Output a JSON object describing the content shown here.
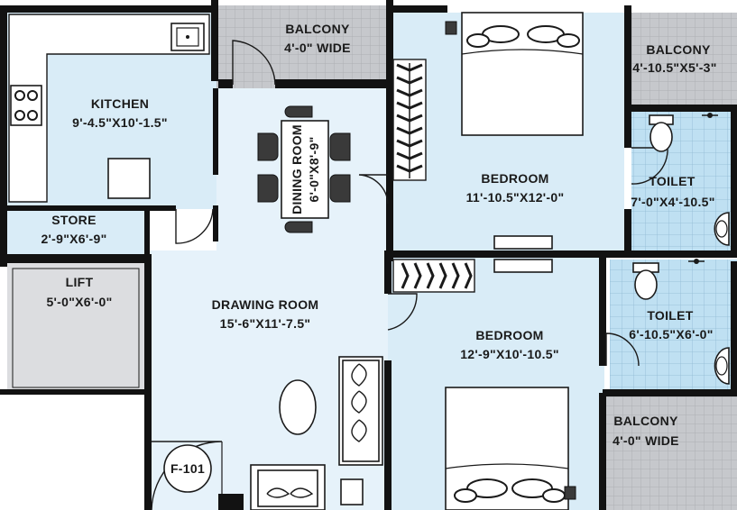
{
  "rooms": {
    "balcony_top": {
      "name": "BALCONY",
      "size": "4'-0\" WIDE"
    },
    "balcony_right": {
      "name": "BALCONY",
      "size": "4'-10.5\"X5'-3\""
    },
    "kitchen": {
      "name": "KITCHEN",
      "size": "9'-4.5\"X10'-1.5\""
    },
    "dining": {
      "name": "DINING ROOM",
      "size": "6'-0\"X8'-9\""
    },
    "bedroom_top": {
      "name": "BEDROOM",
      "size": "11'-10.5\"X12'-0\""
    },
    "toilet_top": {
      "name": "TOILET",
      "size": "7'-0\"X4'-10.5\""
    },
    "store": {
      "name": "STORE",
      "size": "2'-9\"X6'-9\""
    },
    "lift": {
      "name": "LIFT",
      "size": "5'-0\"X6'-0\""
    },
    "drawing": {
      "name": "DRAWING ROOM",
      "size": "15'-6\"X11'-7.5\""
    },
    "bedroom_bottom": {
      "name": "BEDROOM",
      "size": "12'-9\"X10'-10.5\""
    },
    "toilet_bottom": {
      "name": "TOILET",
      "size": "6'-10.5\"X6'-0\""
    },
    "balcony_bottom": {
      "name": "BALCONY",
      "size": "4'-0\" WIDE"
    }
  },
  "flat_label": "F-101"
}
